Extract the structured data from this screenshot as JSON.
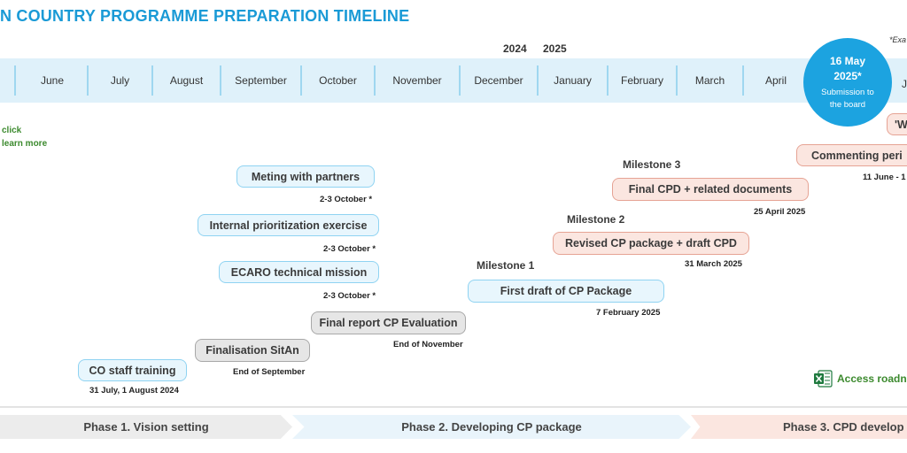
{
  "title": "N COUNTRY PROGRAMME PREPARATION TIMELINE",
  "note": "*Exa",
  "years": {
    "y2024": "2024",
    "y2025": "2025"
  },
  "months": [
    "June",
    "July",
    "August",
    "September",
    "October",
    "November",
    "December",
    "January",
    "February",
    "March",
    "April"
  ],
  "month_partial": "J",
  "submission": {
    "date": "16 May 2025*",
    "label": "Submission to the board"
  },
  "click_hint": {
    "line1": "click",
    "line2": "learn more"
  },
  "activities": [
    {
      "label": "Meting with partners",
      "date": "2-3 October *"
    },
    {
      "label": "Internal prioritization exercise",
      "date": "2-3 October *"
    },
    {
      "label": "ECARO technical mission",
      "date": "2-3 October *"
    },
    {
      "label": "Final report CP Evaluation",
      "date": "End of November"
    },
    {
      "label": "Finalisation SitAn",
      "date": "End of September"
    },
    {
      "label": "CO staff training",
      "date": "31 July, 1 August 2024"
    },
    {
      "label": "First draft of CP Package",
      "date": "7 February 2025",
      "milestone": "Milestone 1"
    },
    {
      "label": "Revised CP package + draft CPD",
      "date": "31 March 2025",
      "milestone": "Milestone 2"
    },
    {
      "label": "Final CPD + related documents",
      "date": "25 April 2025",
      "milestone": "Milestone 3"
    },
    {
      "label": "Commenting peri",
      "date": "11 June - 1"
    },
    {
      "label": "'W",
      "date": ""
    }
  ],
  "excel_link": "Access roadn",
  "phases": [
    "Phase 1. Vision setting",
    "Phase 2. Developing CP package",
    "Phase 3. CPD develop"
  ],
  "colors": {
    "accent": "#1a9ad6",
    "circle": "#1ca3e0",
    "link": "#3c8a2e"
  }
}
